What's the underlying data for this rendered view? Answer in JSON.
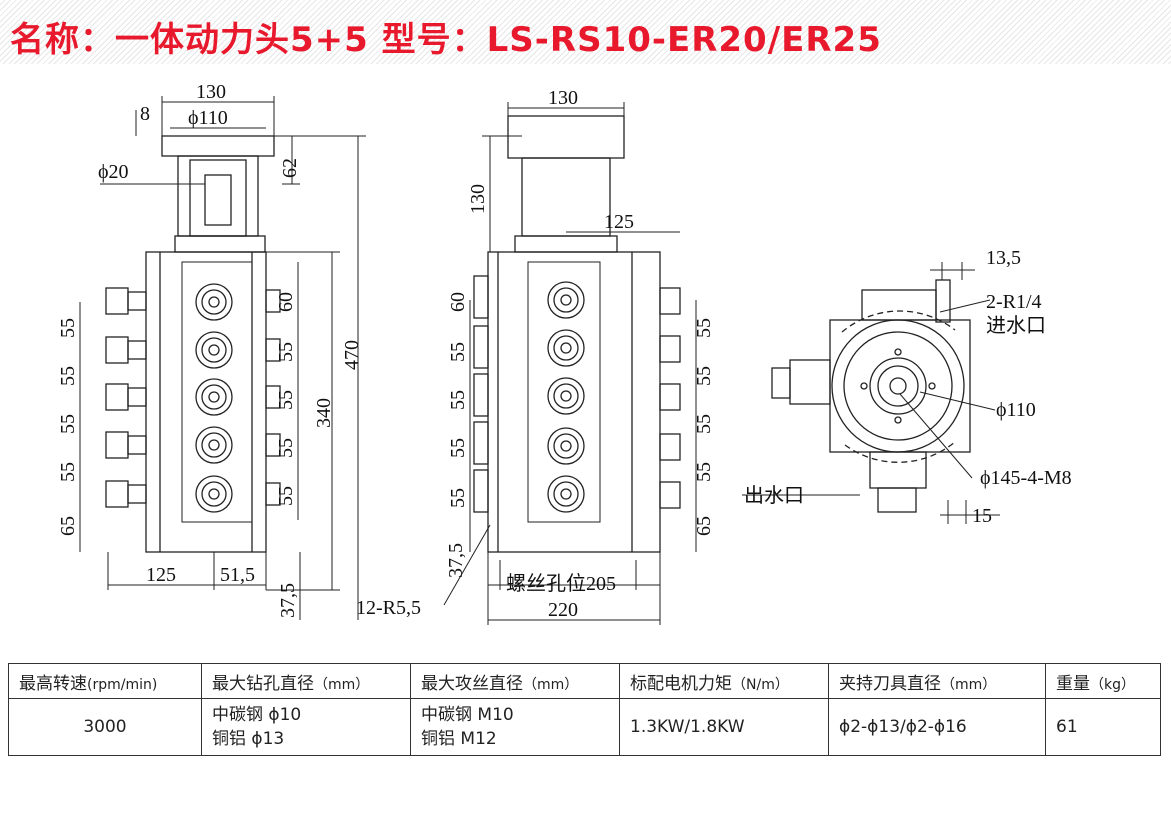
{
  "title": "名称：一体动力头5+5 型号：LS-RS10-ER20/ER25",
  "drawing": {
    "left_view": {
      "top_width": "130",
      "offset_8": "8",
      "flange_dia": "ϕ110",
      "shaft_dia": "ϕ20",
      "h62": "62",
      "h470": "470",
      "h340": "340",
      "left_pitch": [
        "55",
        "55",
        "55",
        "55"
      ],
      "left_bottom": "65",
      "right_top": "60",
      "right_pitch": [
        "55",
        "55",
        "55",
        "55"
      ],
      "w125": "125",
      "w51_5": "51,5",
      "b37_5": "37,5"
    },
    "mid_view": {
      "top_width": "130",
      "h130": "130",
      "w125": "125",
      "left_top": "60",
      "left_pitch": [
        "55",
        "55",
        "55",
        "55"
      ],
      "right_pitch": [
        "55",
        "55",
        "55",
        "55"
      ],
      "right_bottom": "65",
      "b37_5": "37,5",
      "hole_pos": "螺丝孔位205",
      "w220": "220",
      "r_label": "12-R5,5"
    },
    "right_view": {
      "d13_5": "13,5",
      "inlet": "2-R1/4",
      "inlet_cn": "进水口",
      "d110": "ϕ110",
      "d145": "ϕ145-4-M8",
      "outlet": "出水口",
      "d15": "15"
    }
  },
  "table": {
    "headers": [
      {
        "main": "最高转速",
        "unit": "(rpm/min)"
      },
      {
        "main": "最大钻孔直径",
        "unit": "（mm）"
      },
      {
        "main": "最大攻丝直径",
        "unit": "（mm）"
      },
      {
        "main": "标配电机力矩",
        "unit": "（N/m）"
      },
      {
        "main": "夹持刀具直径",
        "unit": "（mm）"
      },
      {
        "main": "重量",
        "unit": "（kg）"
      }
    ],
    "row": {
      "speed": "3000",
      "drill_1": "中碳钢 ϕ10",
      "drill_2": "铜铝 ϕ13",
      "tap_1": "中碳钢 M10",
      "tap_2": "铜铝 M12",
      "torque": "1.3KW/1.8KW",
      "clamp": "ϕ2-ϕ13/ϕ2-ϕ16",
      "weight": "61"
    }
  }
}
